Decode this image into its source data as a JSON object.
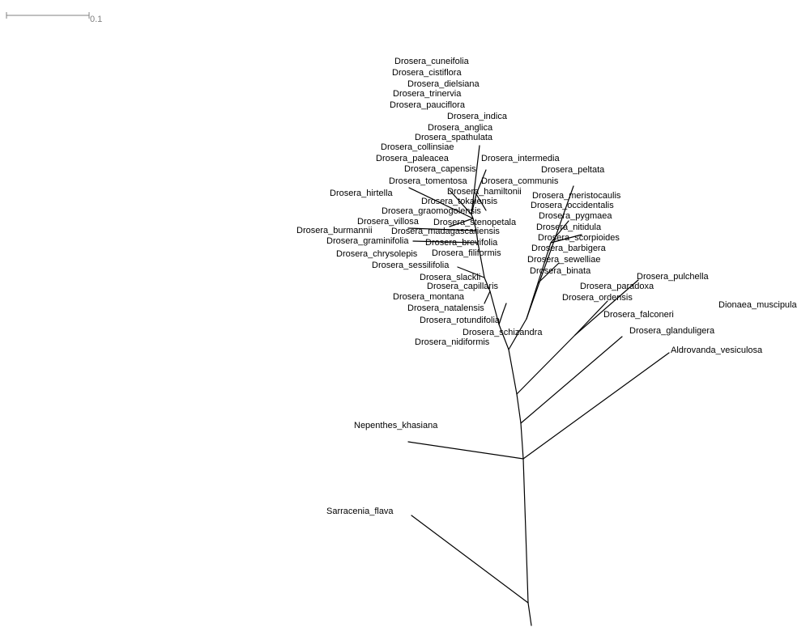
{
  "scale_bar": {
    "label": "0.1"
  },
  "taxa": [
    "Drosera_cuneifolia",
    "Drosera_cistiflora",
    "Drosera_dielsiana",
    "Drosera_trinervia",
    "Drosera_pauciflora",
    "Drosera_indica",
    "Drosera_anglica",
    "Drosera_spathulata",
    "Drosera_collinsiae",
    "Drosera_intermedia",
    "Drosera_paleacea",
    "Drosera_peltata",
    "Drosera_capensis",
    "Drosera_tomentosa",
    "Drosera_communis",
    "Drosera_hirtella",
    "Drosera_hamiltonii",
    "Drosera_tokaiensis",
    "Drosera_meristocaulis",
    "Drosera_occidentalis",
    "Drosera_graomogolensis",
    "Drosera_pygmaea",
    "Drosera_villosa",
    "Drosera_stenopetala",
    "Drosera_nitidula",
    "Drosera_burmannii",
    "Drosera_madagascariensis",
    "Drosera_scorpioides",
    "Drosera_graminifolia",
    "Drosera_brevifolia",
    "Drosera_barbigera",
    "Drosera_chrysolepis",
    "Drosera_filiformis",
    "Drosera_sewelliae",
    "Drosera_sessilifolia",
    "Drosera_binata",
    "Drosera_pulchella",
    "Drosera_slackii",
    "Drosera_paradoxa",
    "Drosera_capillaris",
    "Drosera_ordensis",
    "Drosera_montana",
    "Dionaea_muscipula",
    "Drosera_natalensis",
    "Drosera_falconeri",
    "Drosera_rotundifolia",
    "Drosera_glanduligera",
    "Drosera_schizandra",
    "Drosera_nidiformis",
    "Aldrovanda_vesiculosa",
    "Nepenthes_khasiana",
    "Sarracenia_flava"
  ]
}
